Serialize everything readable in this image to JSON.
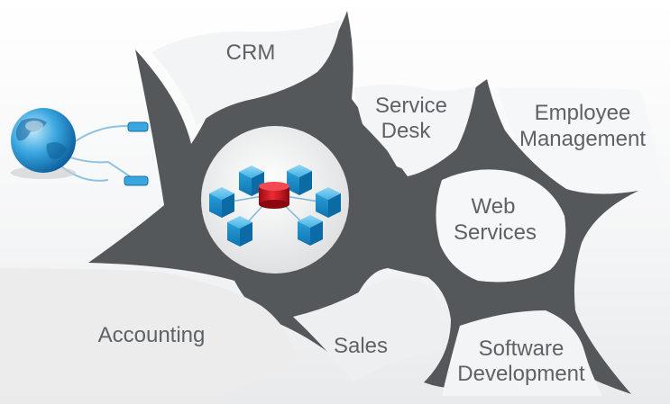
{
  "diagram": {
    "center_icon": "database-network-icon",
    "side_icon": "globe-network-icon",
    "modules": {
      "crm": "CRM",
      "service_desk_line1": "Service",
      "service_desk_line2": "Desk",
      "employee_line1": "Employee",
      "employee_line2": "Management",
      "web_line1": "Web",
      "web_line2": "Services",
      "accounting": "Accounting",
      "sales": "Sales",
      "software_line1": "Software",
      "software_line2": "Development"
    },
    "colors": {
      "frame": "#55585a",
      "node_blue": "#2a9fd6",
      "node_red": "#d8121f",
      "text": "#5f6264"
    }
  }
}
